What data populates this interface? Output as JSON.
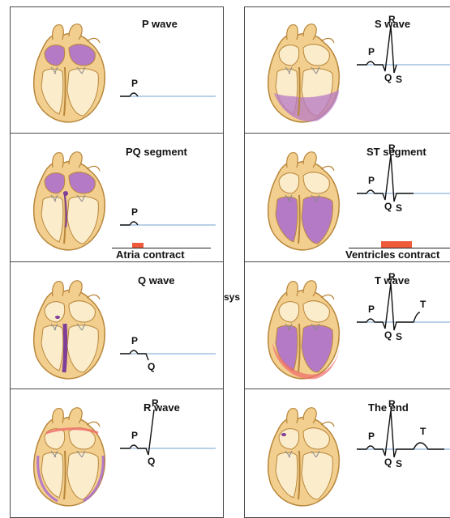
{
  "colors": {
    "baseline": "#8fb4d9",
    "trace": "#111111",
    "wall": "#f2cf8f",
    "wall_edge": "#b8863a",
    "chamber": "#fbeccb",
    "active": "#b57ac6",
    "active_dark": "#7f3f98",
    "contract_bar": "#ef5a3a",
    "red_glow": "#f06a6a"
  },
  "side_label": "sys",
  "panels": [
    {
      "id": "p-wave",
      "title": "P wave",
      "ecg": {
        "upto": "P",
        "labels": {
          "P": "P"
        }
      },
      "active": "atria-top"
    },
    {
      "id": "s-wave",
      "title": "S wave",
      "ecg": {
        "upto": "S",
        "labels": {
          "P": "P",
          "Q": "Q",
          "R": "R",
          "S": "S"
        }
      },
      "active": "ventricle-bottom"
    },
    {
      "id": "pq-segment",
      "title": "PQ segment",
      "ecg": {
        "upto": "P",
        "labels": {
          "P": "P"
        }
      },
      "active": "atria-full",
      "bar_label": "Atria contract"
    },
    {
      "id": "st-segment",
      "title": "ST segment",
      "ecg": {
        "upto": "ST",
        "labels": {
          "P": "P",
          "Q": "Q",
          "R": "R",
          "S": "S"
        }
      },
      "active": "ventricles-full",
      "bar_label": "Ventricles contract"
    },
    {
      "id": "q-wave",
      "title": "Q wave",
      "ecg": {
        "upto": "Q",
        "labels": {
          "P": "P",
          "Q": "Q"
        }
      },
      "active": "septum"
    },
    {
      "id": "t-wave",
      "title": "T wave",
      "ecg": {
        "upto": "T-half",
        "labels": {
          "P": "P",
          "Q": "Q",
          "R": "R",
          "S": "S",
          "T": "T"
        }
      },
      "active": "ventricles-red"
    },
    {
      "id": "r-wave",
      "title": "R wave",
      "ecg": {
        "upto": "R",
        "labels": {
          "P": "P",
          "Q": "Q",
          "R": "R"
        }
      },
      "active": "walls"
    },
    {
      "id": "the-end",
      "title": "The end",
      "ecg": {
        "upto": "T",
        "labels": {
          "P": "P",
          "Q": "Q",
          "R": "R",
          "S": "S",
          "T": "T"
        }
      },
      "active": "none"
    }
  ]
}
